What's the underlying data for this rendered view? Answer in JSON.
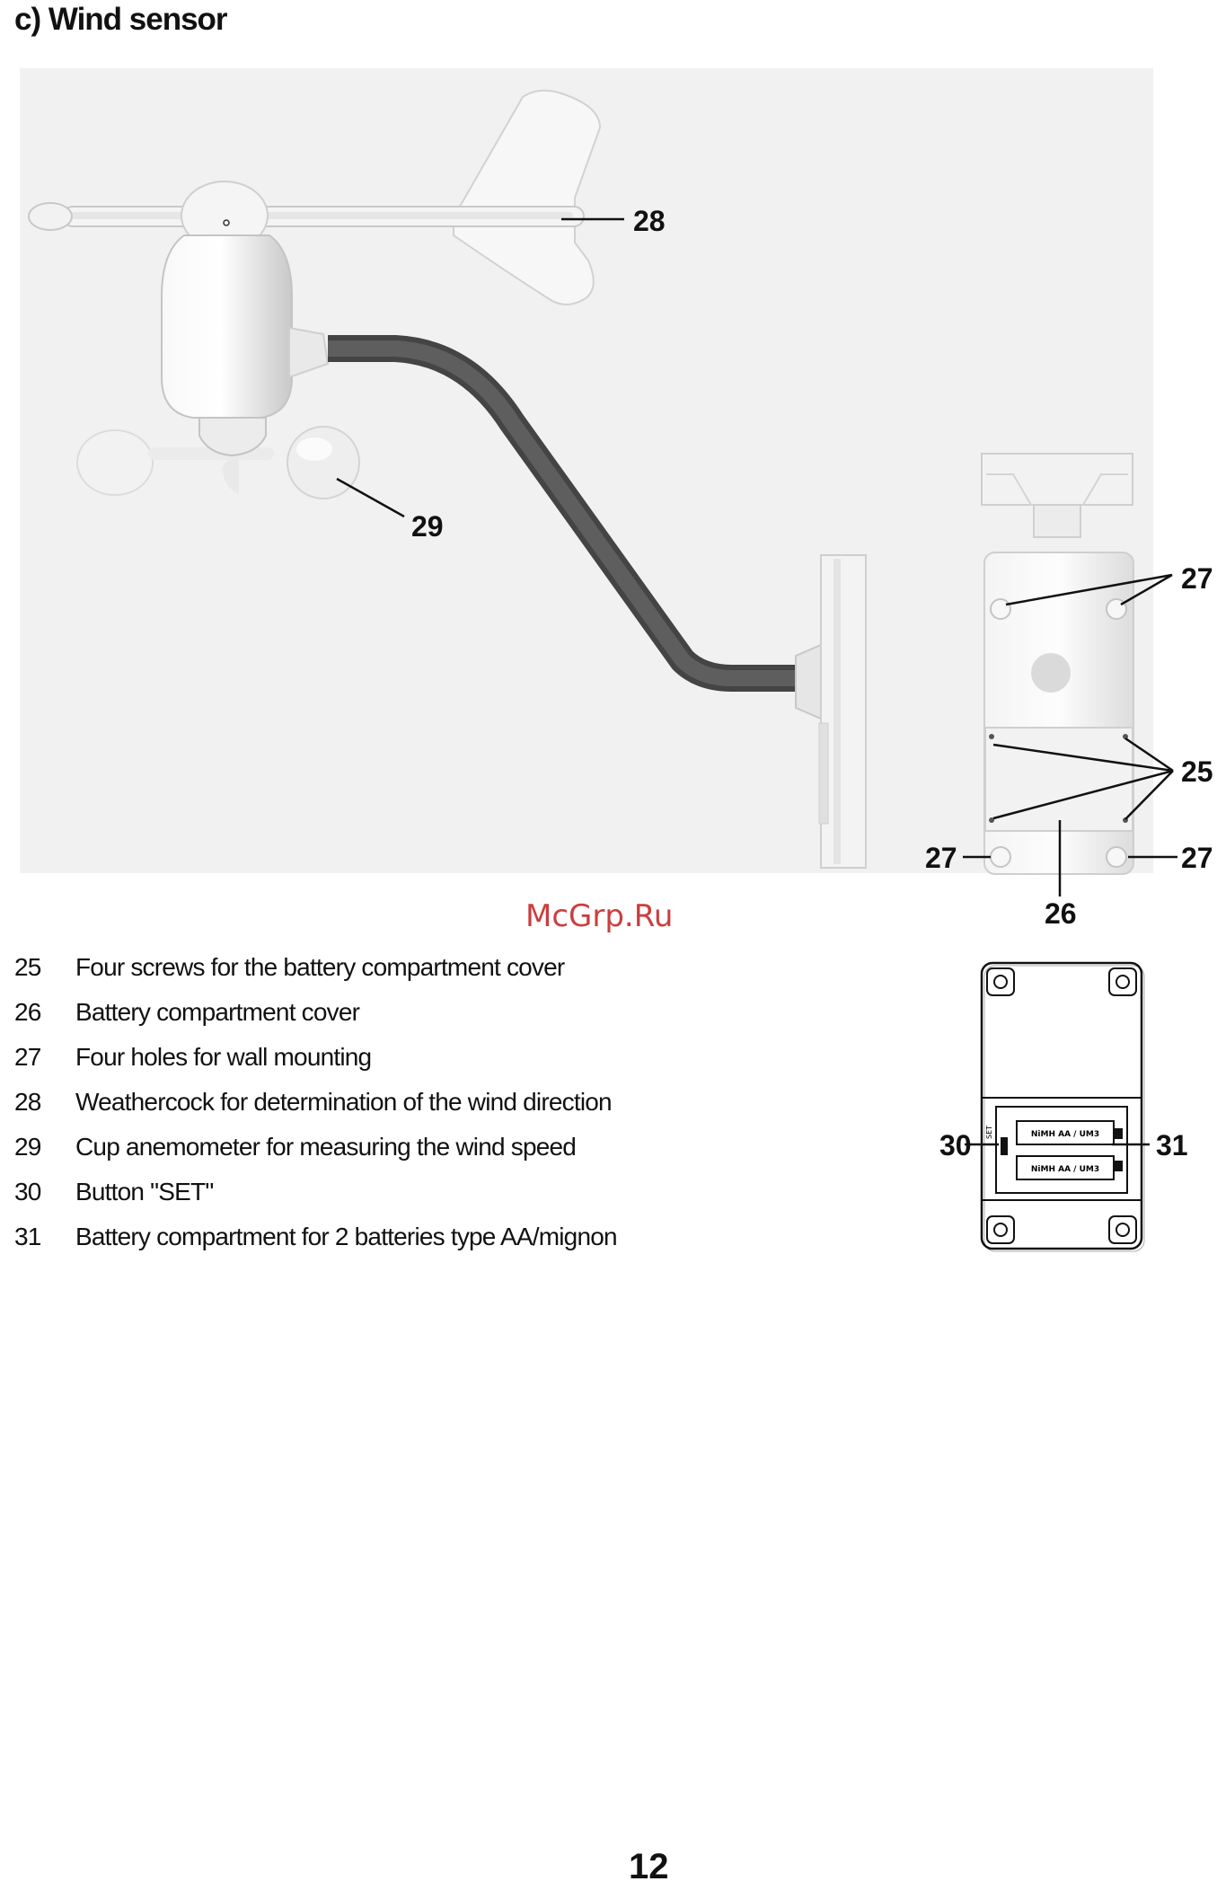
{
  "section_title": "c) Wind sensor",
  "watermark": "McGrp.Ru",
  "callouts": {
    "c25": "25",
    "c26": "26",
    "c27": "27",
    "c28": "28",
    "c29": "29",
    "c30": "30",
    "c31": "31"
  },
  "battery_labels": {
    "label_top": "NiMH AA / UM3",
    "label_bottom": "NiMH AA / UM3",
    "set_label": "SET"
  },
  "legend": [
    {
      "num": "25",
      "text": "Four screws for the battery compartment cover"
    },
    {
      "num": "26",
      "text": "Battery compartment cover"
    },
    {
      "num": "27",
      "text": "Four holes for wall mounting"
    },
    {
      "num": "28",
      "text": "Weathercock for determination of the wind direction"
    },
    {
      "num": "29",
      "text": "Cup anemometer for measuring the wind speed"
    },
    {
      "num": "30",
      "text": "Button \"SET\""
    },
    {
      "num": "31",
      "text": "Battery compartment for 2 batteries type AA/mignon"
    }
  ],
  "page_number": "12"
}
